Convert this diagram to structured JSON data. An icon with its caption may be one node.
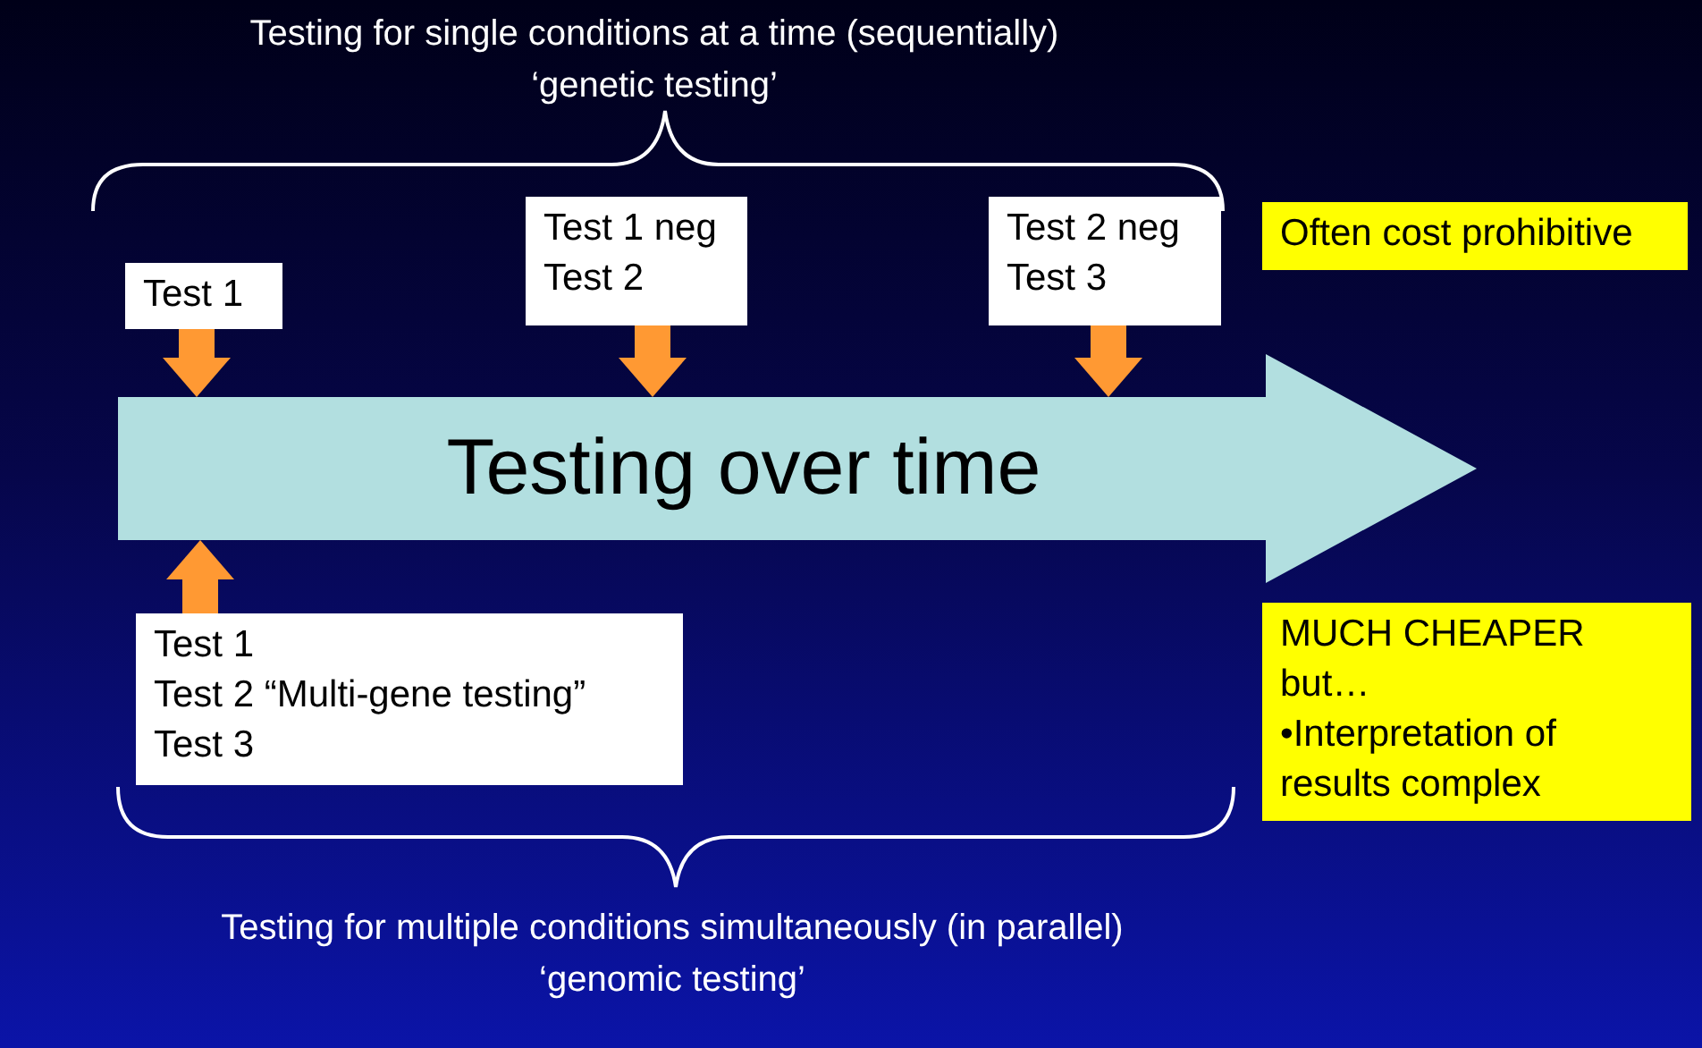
{
  "diagram": {
    "nodes": [
      {
        "text": [
          "Test 1"
        ]
      },
      {
        "text": [
          "Test 1 neg",
          "Test 2"
        ]
      },
      {
        "text": [
          "Test 2 neg",
          "Test 3"
        ]
      },
      {
        "text": [
          "Testing over time"
        ]
      },
      {
        "text": [
          "Test 1",
          "Test 2 “Multi-gene testing”",
          "Test 3"
        ]
      },
      {
        "text": [
          "Often cost prohibitive"
        ]
      },
      {
        "text": [
          "MUCH CHEAPER",
          "but…",
          "•Interpretation of results complex"
        ]
      }
    ],
    "edges": [
      {
        "from": 0,
        "to": 3,
        "arrow": "to"
      },
      {
        "from": 1,
        "to": 3,
        "arrow": "to"
      },
      {
        "from": 2,
        "to": 3,
        "arrow": "to"
      },
      {
        "from": 4,
        "to": 3,
        "arrow": "to"
      }
    ],
    "labels": [
      "Testing for single conditions at a time (sequentially)",
      "‘genetic testing’",
      "Testing for multiple conditions simultaneously (in parallel)",
      "‘genomic testing’"
    ]
  }
}
